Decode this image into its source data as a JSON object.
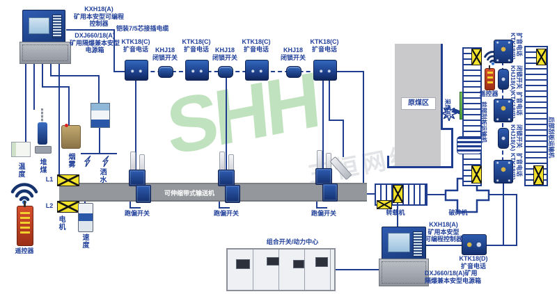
{
  "watermark": {
    "brand": "SHH",
    "cn": "三恒网络"
  },
  "colors": {
    "line": "#1e3d8f",
    "labelText": "#21409a",
    "deviceBlue": "#1f4494",
    "beltGray": "#909399",
    "hazardYellow": "#f2e22c",
    "shearerGreen": "#63b94d",
    "watermarkGreen": "#95cc8e"
  },
  "topLeft": {
    "controller": "KXH18(A)\n矿用本安型可编程\n控制器",
    "power": "DXJ660/18(A)\n矿用隔爆兼本安型\n电源箱",
    "cable": "铠装7/5芯接插电缆"
  },
  "phoneRow": {
    "phone": "KTK18(C)\n扩音电话",
    "switch": "KHJ18\n闭锁开关"
  },
  "sensors": {
    "temperature": "温度",
    "coalPile": "堆煤",
    "smoke": "烟雾",
    "spray": "洒水"
  },
  "belt": {
    "name": "可伸缩带式输送机",
    "l1": "L1",
    "l2": "L2",
    "motor": "电机",
    "speed": "速度",
    "deviation": "跑偏开关"
  },
  "remote": {
    "label": "遥控器"
  },
  "bottom": {
    "combo": "组合开关/动力中心",
    "transfer": "转载机",
    "crusher": "破碎机",
    "controller2": "KXH18(A)\n矿用本安型\n可编程控制器",
    "phoneD": "KTK18(D)\n扩音电话",
    "power2": "DXJ660/18(A)矿用\n隔爆兼本安型电源箱"
  },
  "face": {
    "rawCoal": "原煤区",
    "shearer": "采煤机",
    "frontConveyor": "前部刮板运输机",
    "rearConveyor": "后部刮板运输机",
    "remote": "遥控器",
    "phoneModel": "KTK18(B)",
    "phoneType": "扩音电话",
    "switchModel": "KHJ18(A)",
    "switchType": "闭锁开关"
  }
}
